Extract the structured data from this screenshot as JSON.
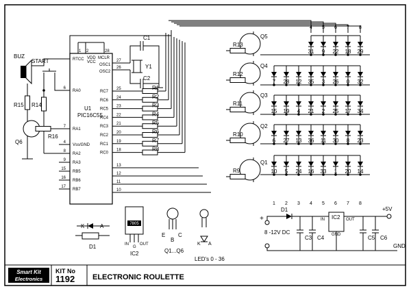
{
  "title": "ELECTRONIC ROULETTE",
  "brand": {
    "line1": "Smart Kit",
    "line2": "Electronics"
  },
  "kit": {
    "label": "KIT No",
    "number": "1192"
  },
  "ic1": {
    "name": "U1",
    "part": "PIC16C55",
    "left_pins": [
      {
        "num": "6",
        "name": "RA0"
      },
      {
        "num": "7",
        "name": "RA1"
      },
      {
        "num": "4",
        "name": "Vss/GND"
      },
      {
        "num": "8",
        "name": "RA2"
      },
      {
        "num": "9",
        "name": "RA3"
      },
      {
        "num": "15",
        "name": "RB5"
      },
      {
        "num": "16",
        "name": "RB6"
      },
      {
        "num": "17",
        "name": "RB7"
      }
    ],
    "right_pins": [
      {
        "num": "25",
        "name": "RC7"
      },
      {
        "num": "24",
        "name": "RC6"
      },
      {
        "num": "23",
        "name": "RC5"
      },
      {
        "num": "22",
        "name": "RC4"
      },
      {
        "num": "21",
        "name": "RC3"
      },
      {
        "num": "20",
        "name": "RC2"
      },
      {
        "num": "19",
        "name": "RC1"
      },
      {
        "num": "18",
        "name": "RC0"
      }
    ],
    "right_lower": [
      "13",
      "12",
      "11",
      "10"
    ],
    "top_labels": {
      "rtcc": "RTCC",
      "vdd": "VDD",
      "vcc": "VCC",
      "mclr": "MCLR",
      "osc1": "OSC1",
      "osc2": "OSC2"
    },
    "top_pins": [
      "1",
      "2",
      "28",
      "27",
      "26"
    ]
  },
  "parts": {
    "buz": "BUZ",
    "start": "START",
    "r15": "R15",
    "r14": "R14",
    "r16": "R16",
    "q6": "Q6",
    "c1": "C1",
    "c2": "C2",
    "y1": "Y1",
    "r_rc": [
      "R1",
      "R2",
      "R3",
      "R4",
      "R5",
      "R6",
      "R7",
      "R8"
    ],
    "r_base": [
      "R13",
      "R12",
      "R11",
      "R10",
      "R9"
    ],
    "q": [
      "Q5",
      "Q4",
      "Q3",
      "Q2",
      "Q1"
    ]
  },
  "led_rows": [
    [
      "31",
      "9",
      "22",
      "18",
      "29"
    ],
    [
      "7",
      "28",
      "12",
      "35",
      "3",
      "26",
      "0",
      "32"
    ],
    [
      "15",
      "19",
      "4",
      "21",
      "2",
      "25",
      "17",
      "34"
    ],
    [
      "6",
      "27",
      "13",
      "36",
      "11",
      "30",
      "8",
      "23"
    ],
    [
      "10",
      "5",
      "24",
      "16",
      "33",
      "1",
      "20",
      "14"
    ]
  ],
  "col_top": [
    "4",
    "5",
    "6",
    "7",
    "8"
  ],
  "col_bottom": [
    "1",
    "2",
    "3",
    "4",
    "5",
    "6",
    "7",
    "8"
  ],
  "power": {
    "plus": "+",
    "minus": "−",
    "input": "8 -12V DC",
    "d1": "D1",
    "ic2": "IC2",
    "in": "IN",
    "out": "OUT",
    "gnd": "GND",
    "c3": "C3",
    "c4": "C4",
    "c5": "C5",
    "c6": "C6",
    "vout": "+5V",
    "gnd_rail": "GND"
  },
  "legend": {
    "diode_k": "K",
    "diode_a": "A",
    "diode_name": "D1",
    "reg_part": "7805",
    "reg_in": "IN",
    "reg_g": "G",
    "reg_out": "OUT",
    "reg_name": "IC2",
    "tr_e": "E",
    "tr_b": "B",
    "tr_c": "C",
    "tr_name": "Q1...Q6",
    "led_k": "K",
    "led_a": "A",
    "led_name": "LED's 0 - 36"
  }
}
